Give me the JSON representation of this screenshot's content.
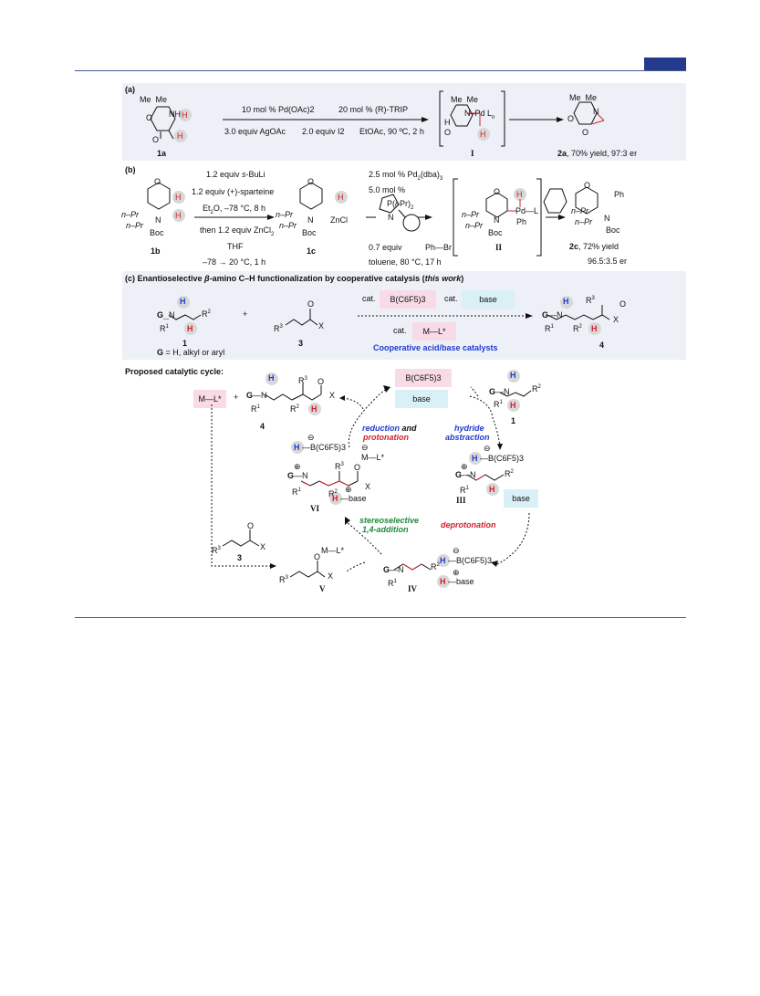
{
  "panel_a": {
    "label": "(a)",
    "reagents_top_left": "10 mol % Pd(OAc)2",
    "reagents_top_right": "20 mol % (R)-TRIP",
    "reagents_bottom_1": "3.0 equiv AgOAc",
    "reagents_bottom_2": "2.0 equiv I2",
    "reagents_bottom_3": "EtOAc, 90 ºC, 2 h",
    "substrate_label": "1a",
    "intermediate_label": "I",
    "product_label": "2a",
    "product_result": ", 70% yield, 97:3 er"
  },
  "panel_b": {
    "label": "(b)",
    "step1_line1": "1.2 equiv s-BuLi",
    "step1_line2": "1.2 equiv (+)-sparteine",
    "step1_line3": "Et2O, –78 °C, 8 h",
    "step1_line4": "then 1.2 equiv ZnCl2",
    "step1_line5": "THF",
    "step1_line6": "–78 → 20 °C, 1 h",
    "step2_line1": "2.5 mol % Pd2(dba)3",
    "step2_line2": "5.0 mol %",
    "step2_line3": "0.7 equiv",
    "step2_line4": "Ph—Br",
    "step2_line5": "toluene, 80 °C, 17 h",
    "ligand_label": "P(i-Pr)2",
    "substrate_label": "1b",
    "organozinc_label": "1c",
    "intermediate_label": "II",
    "product_label": "2c",
    "product_yield": ", 72% yield",
    "product_er": "96.5:3.5 er"
  },
  "panel_c": {
    "title_prefix": "(c) Enantioselective ",
    "title_beta": "β",
    "title_mid": "-amino C–H functionalization by cooperative catalysis (",
    "title_italic": "this work",
    "title_suffix": ")",
    "cat1": "cat.",
    "chip1": "B(C6F5)3",
    "cat2": "cat.",
    "chip2": "base",
    "cat3": "cat.",
    "chip3": "M—L*",
    "caption": "Cooperative acid/base catalysts",
    "substrate_label": "1",
    "g_definition": "G = H, alkyl or aryl",
    "acceptor_label": "3",
    "product_label": "4",
    "plus": "+"
  },
  "cycle": {
    "title": "Proposed catalytic cycle:",
    "chip_ml": "M—L*",
    "chip_borane": "B(C6F5)3",
    "chip_base_top": "base",
    "chip_base_right": "base",
    "label_reduction_1": "reduction",
    "label_and": " and",
    "label_protonation": "protonation",
    "label_hydride_1": "hydride",
    "label_hydride_2": "abstraction",
    "label_stereo_1": "stereoselective",
    "label_stereo_2": "1,4-addition",
    "label_deprotonation": "deprotonation",
    "label_4": "4",
    "label_1": "1",
    "label_3": "3",
    "label_III": "III",
    "label_IV": "IV",
    "label_V": "V",
    "label_VI": "VI",
    "borohydride_1": "B(C6F5)3",
    "borohydride_2": "B(C6F5)3",
    "borohydride_3": "B(C6F5)3",
    "base_h_1": "base",
    "base_h_2": "base"
  },
  "colors": {
    "rule": "#4a5490",
    "tab": "#243a8c",
    "panel": "#eef0f8",
    "pink_chip": "#f8dbe6",
    "cyan_chip": "#d8f0f6",
    "blue_text": "#1f3bcc",
    "red_text": "#d4202a",
    "green_text": "#1d8a3c"
  }
}
